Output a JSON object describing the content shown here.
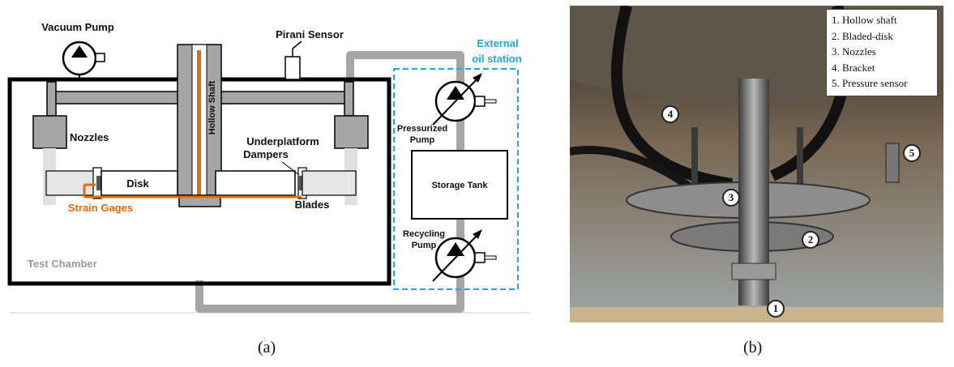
{
  "schematic": {
    "labels": {
      "vacuum_pump": "Vacuum Pump",
      "pirani_sensor": "Pirani Sensor",
      "external_oil_station_line1": "External",
      "external_oil_station_line2": "oil station",
      "nozzles": "Nozzles",
      "hollow_shaft": "Hollow Shaft",
      "underplatform_line1": "Underplatform",
      "underplatform_line2": "Dampers",
      "disk": "Disk",
      "strain_gages": "Strain Gages",
      "blades": "Blades",
      "test_chamber": "Test Chamber",
      "pressurized_line1": "Pressurized",
      "pressurized_line2": "Pump",
      "storage_tank": "Storage Tank",
      "recycling_line1": "Recycling",
      "recycling_line2": "Pump"
    },
    "colors": {
      "strain_gage": "#e36c0a",
      "oil_station_border": "#22a6dd",
      "pipe": "#a6a6a6",
      "chamber": "#000000",
      "component_fill": "#a6a6a6"
    },
    "caption": "(a)"
  },
  "photo": {
    "legend": [
      "1. Hollow shaft",
      "2. Bladed-disk",
      "3. Nozzles",
      "4. Bracket",
      "5. Pressure sensor"
    ],
    "markers": [
      "1",
      "2",
      "3",
      "4",
      "5"
    ],
    "caption": "(b)"
  }
}
